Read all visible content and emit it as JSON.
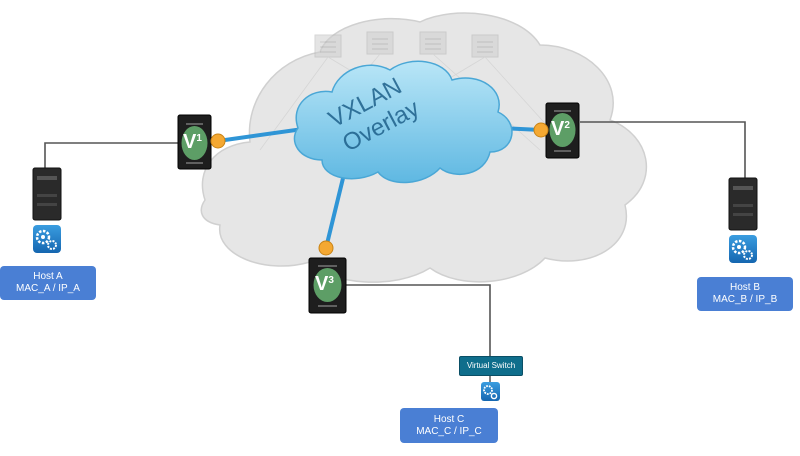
{
  "overlay": {
    "line1": "VXLAN",
    "line2": "Overlay"
  },
  "vteps": {
    "v1": {
      "letter": "V",
      "num": "1"
    },
    "v2": {
      "letter": "V",
      "num": "2"
    },
    "v3": {
      "letter": "V",
      "num": "3"
    }
  },
  "hosts": {
    "a": {
      "name": "Host A",
      "addr": "MAC_A / IP_A"
    },
    "b": {
      "name": "Host B",
      "addr": "MAC_B / IP_B"
    },
    "c": {
      "name": "Host C",
      "addr": "MAC_C / IP_C"
    }
  },
  "virtual_switch": {
    "label": "Virtual Switch"
  },
  "colors": {
    "label_fill": "#4a7fd4",
    "tunnel": "#2f95d6",
    "vtep_port": "#f4a832",
    "cloud_gray": "#e6e6e6",
    "overlay_cloud": "#8fd3ee",
    "vswitch": "#0f6e8c"
  }
}
